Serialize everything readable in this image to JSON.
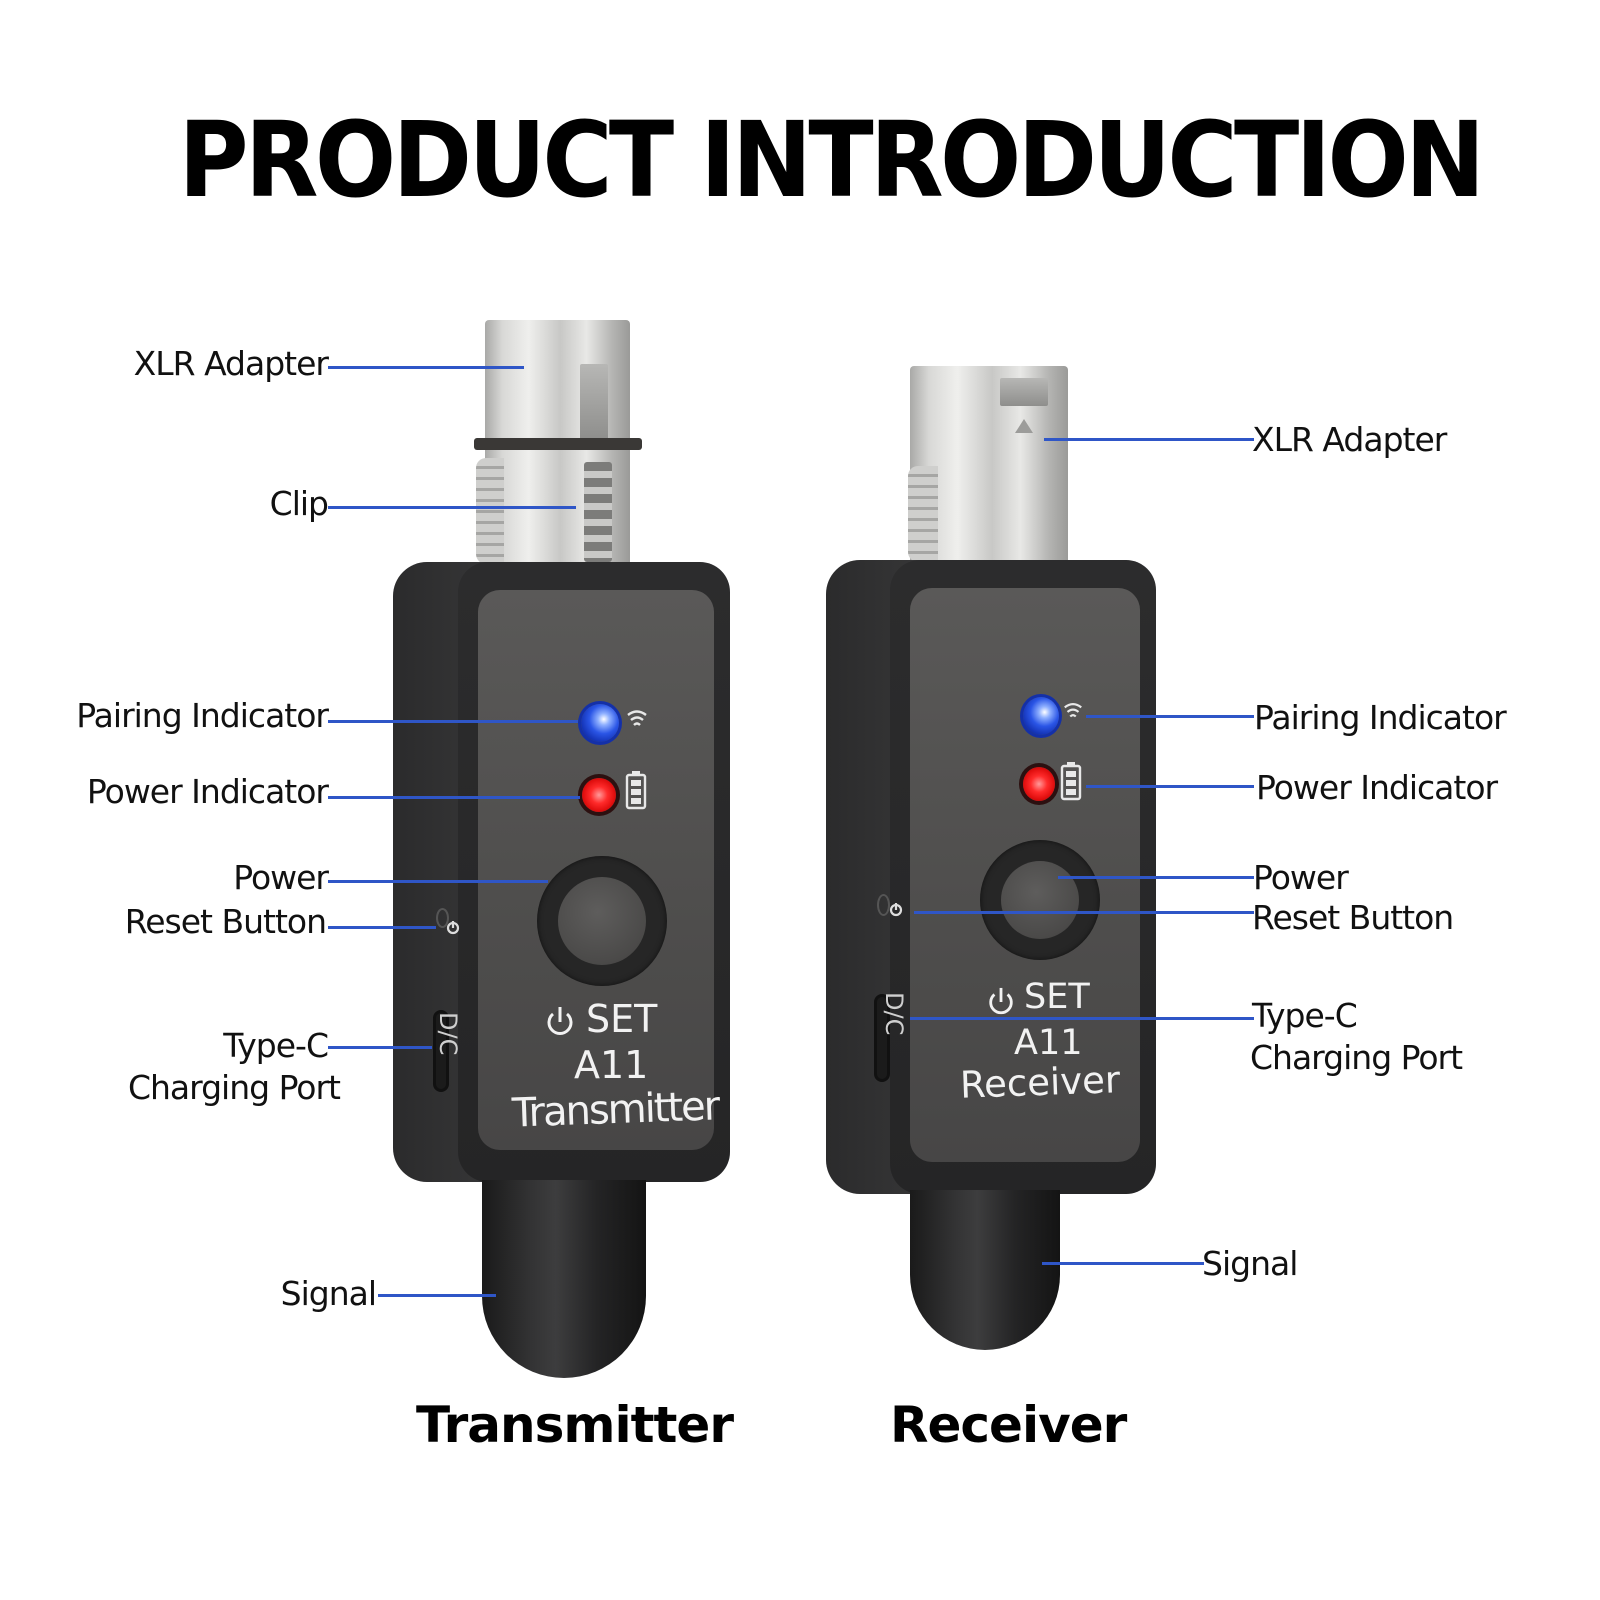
{
  "title": "PRODUCT INTRODUCTION",
  "colors": {
    "leader_line": "#2f56c7",
    "pairing_led": "#2a55e6",
    "power_led": "#ff2b2b",
    "device_body": "#2c2c2d",
    "device_face": "#545352",
    "xlr_metal": "#d8d8d6"
  },
  "transmitter": {
    "caption": "Transmitter",
    "face": {
      "set_label": "SET",
      "model": "A11",
      "name": "Transmitter"
    },
    "side_port_label": "D/C",
    "callouts": [
      {
        "id": "xlr-adapter",
        "label": "XLR Adapter"
      },
      {
        "id": "clip",
        "label": "Clip"
      },
      {
        "id": "pairing-indicator",
        "label": "Pairing Indicator"
      },
      {
        "id": "power-indicator",
        "label": "Power Indicator"
      },
      {
        "id": "power",
        "label": "Power"
      },
      {
        "id": "reset-button",
        "label": "Reset Button"
      },
      {
        "id": "type-c",
        "label": "Type-C"
      },
      {
        "id": "charging-port",
        "label": "Charging Port"
      },
      {
        "id": "signal",
        "label": "Signal"
      }
    ]
  },
  "receiver": {
    "caption": "Receiver",
    "face": {
      "set_label": "SET",
      "model": "A11",
      "name": "Receiver"
    },
    "side_port_label": "D/C",
    "callouts": [
      {
        "id": "xlr-adapter",
        "label": "XLR Adapter"
      },
      {
        "id": "pairing-indicator",
        "label": "Pairing Indicator"
      },
      {
        "id": "power-indicator",
        "label": "Power Indicator"
      },
      {
        "id": "power",
        "label": "Power"
      },
      {
        "id": "reset-button",
        "label": "Reset Button"
      },
      {
        "id": "type-c",
        "label": "Type-C"
      },
      {
        "id": "charging-port",
        "label": "Charging Port"
      },
      {
        "id": "signal",
        "label": "Signal"
      }
    ]
  },
  "icons": {
    "pairing": "wifi-signal-icon",
    "power_indicator": "battery-icon",
    "set": "power-icon",
    "reset": "reset-icon"
  }
}
